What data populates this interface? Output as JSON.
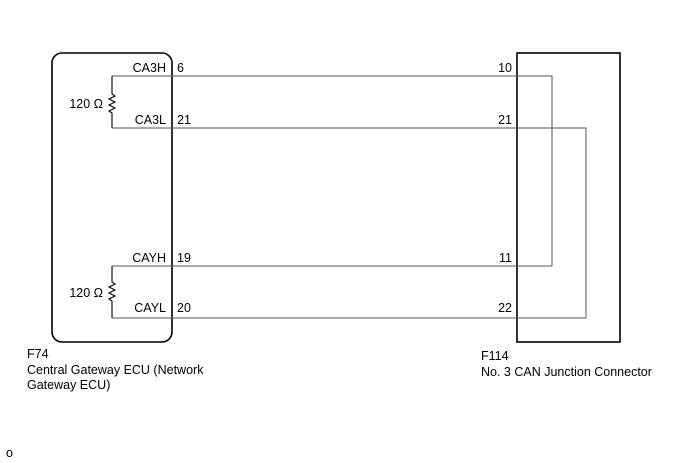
{
  "left_device": {
    "code": "F74",
    "name_line1": "Central Gateway ECU (Network",
    "name_line2": "Gateway ECU)"
  },
  "right_device": {
    "code": "F114",
    "name": "No. 3 CAN Junction Connector"
  },
  "resistors": [
    {
      "value": "120 Ω"
    },
    {
      "value": "120 Ω"
    }
  ],
  "wires": [
    {
      "signal": "CA3H",
      "left_pin": "6",
      "right_pin": "10"
    },
    {
      "signal": "CA3L",
      "left_pin": "21",
      "right_pin": "21"
    },
    {
      "signal": "CAYH",
      "left_pin": "19",
      "right_pin": "11"
    },
    {
      "signal": "CAYL",
      "left_pin": "20",
      "right_pin": "22"
    }
  ],
  "footer_mark": "o"
}
